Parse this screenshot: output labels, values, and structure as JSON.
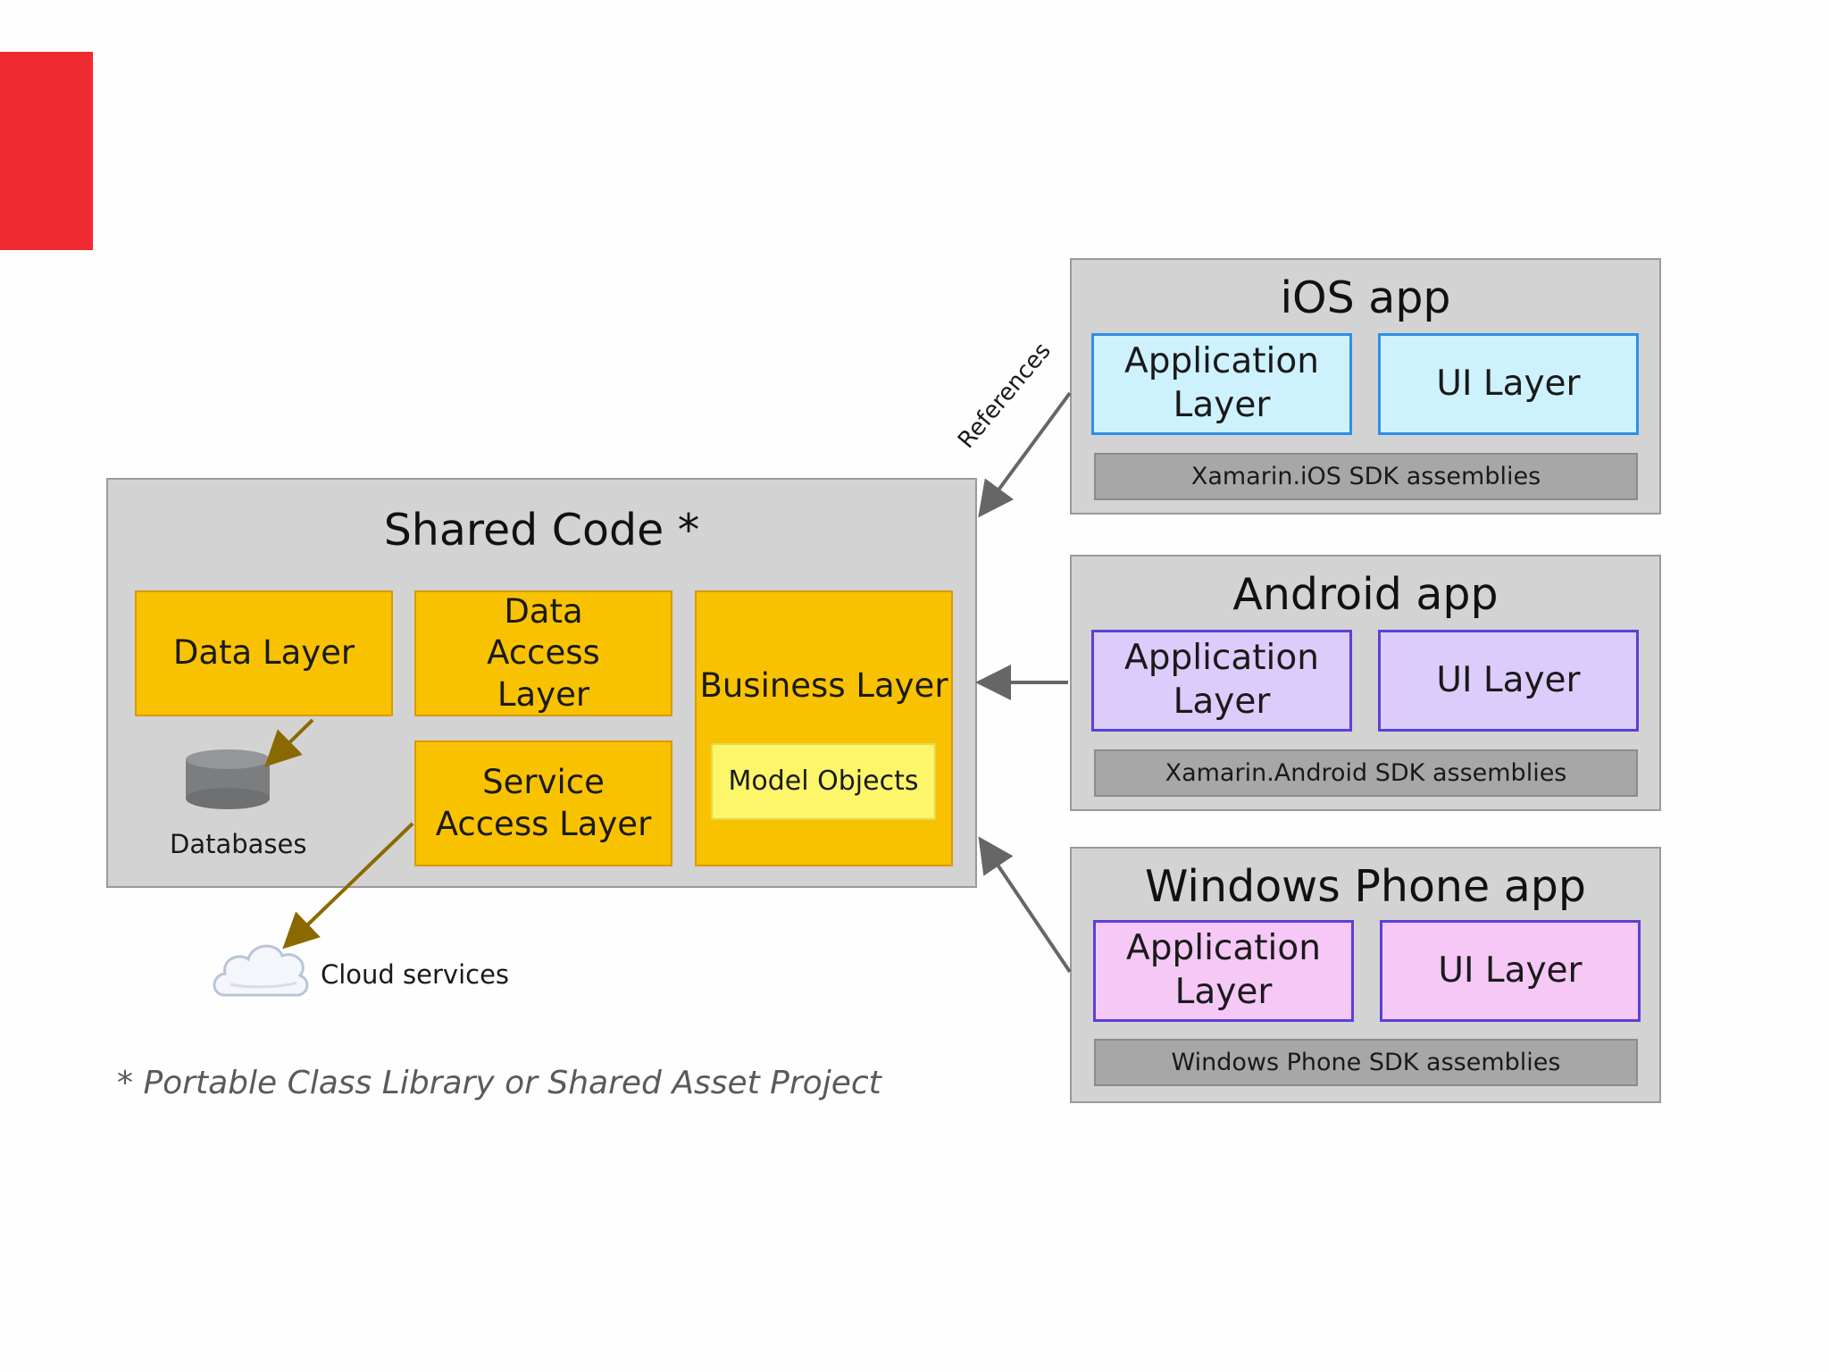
{
  "shared": {
    "title": "Shared Code *",
    "data_layer": "Data Layer",
    "data_access_layer": "Data Access Layer",
    "service_access_layer": "Service Access Layer",
    "business_layer": "Business Layer",
    "model_objects": "Model Objects",
    "databases": "Databases"
  },
  "cloud_services": "Cloud services",
  "footnote": "* Portable Class Library or Shared Asset Project",
  "references_label": "References",
  "apps": {
    "ios": {
      "title": "iOS app",
      "app_layer": "Application Layer",
      "ui_layer": "UI Layer",
      "sdk": "Xamarin.iOS SDK assemblies"
    },
    "android": {
      "title": "Android app",
      "app_layer": "Application Layer",
      "ui_layer": "UI Layer",
      "sdk": "Xamarin.Android SDK assemblies"
    },
    "windows": {
      "title": "Windows Phone app",
      "app_layer": "Application Layer",
      "ui_layer": "UI Layer",
      "sdk": "Windows Phone SDK assemblies"
    }
  },
  "colors": {
    "accent_red": "#ef2a30",
    "panel_gray": "#d3d3d3",
    "shared_gold": "#f9c200",
    "ios_blue": "#cdf2fd",
    "android_purple": "#dcccfb",
    "windows_pink": "#f5c8f6"
  }
}
